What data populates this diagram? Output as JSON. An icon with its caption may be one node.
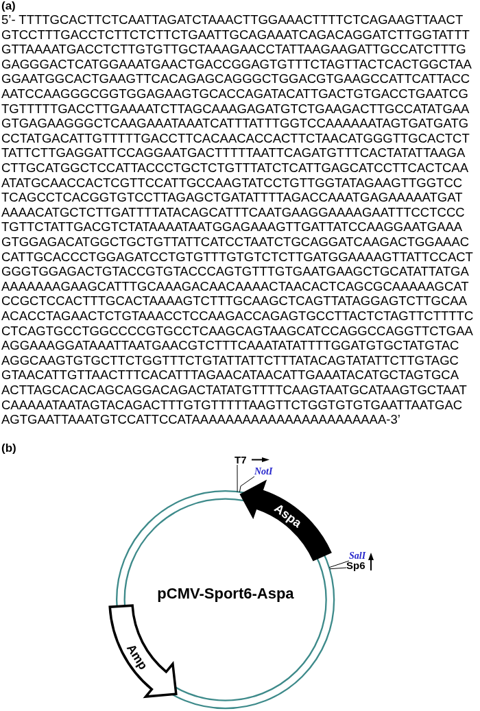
{
  "diagram": {
    "nodes": [
      {
        "text": [
          "T7"
        ]
      },
      {
        "text": [
          "NotI"
        ]
      },
      {
        "text": [
          "Aspa"
        ]
      },
      {
        "text": [
          "SalI"
        ]
      },
      {
        "text": [
          "Sp6"
        ]
      },
      {
        "text": [
          "pCMV-Sport6-Aspa"
        ]
      },
      {
        "text": [
          "Amp"
        ]
      }
    ],
    "edges": [
      {
        "from": 0,
        "to": 5,
        "arrow": "none"
      },
      {
        "from": 1,
        "to": 5,
        "arrow": "none"
      },
      {
        "from": 3,
        "to": 5,
        "arrow": "none"
      },
      {
        "from": 4,
        "to": 5,
        "arrow": "none"
      }
    ],
    "labels": [
      "(a)",
      "5’- TTTTGCACTTCTCAATTAGATCTAAACTTGGAAACTTTTCTCAGAAGTTAACT",
      "GTCCTTTGACCTCTTCTCTTCTGAATTGCAGAAATCAGACAGGATCTTGGTATTT",
      "GTTAAAATGACCTCTTGTGTTGCTAAAGAACCTATTAAGAAGATTGCCATCTTTG",
      "GAGGGACTCATGGAAATGAACTGACCGGAGTGTTTCTAGTTACTCACTGGCTAA",
      "GGAATGGCACTGAAGTTCACAGAGCAGGGCTGGACGTGAAGCCATTCATTACC",
      "AATCCAAGGGCGGTGGAGAAGTGCACCAGATACATTGACTGTGACCTGAATCG",
      "TGTTTTTGACCTTGAAAATCTTAGCAAAGAGATGTCTGAAGACTTGCCATATGAA",
      "GTGAGAAGGGCTCAAGAAATAAATCATTTATTTGGTCCAAAAAATAGTGATGATG",
      "CCTATGACATTGTTTTTGACCTTCACAACACCACTTCTAACATGGGTTGCACTCT",
      "TATTCTTGAGGATTCCAGGAATGACTTTTTAATTCAGATGTTTCACTATATTAAGA",
      "CTTGCATGGCTCCATTACCCTGCTCTGTTTATCTCATTGAGCATCCTTCACTCAA",
      "ATATGCAACCACTCGTTCCATTGCCAAGTATCCTGTTGGTATAGAAGTTGGTCC",
      "TCAGCCTCACGGTGTCCTTAGAGCTGATATTTTAGACCAAATGAGAAAAATGAT",
      "AAAACATGCTCTTGATTTTATACAGCATTTCAATGAAGGAAAAGAATTTCCTCCC",
      "TGTTCTATTGACGTCTATAAAATAATGGAGAAAGTTGATTATCCAAGGAATGAAA",
      "GTGGAGACATGGCTGCTGTTATTCATCCTAATCTGCAGGATCAAGACTGGAAAC",
      "CATTGCACCCTGGAGATCCTGTGTTTGTGTCTCTTGATGGAAAAGTTATTCCACT",
      "GGGTGGAGACTGTACCGTGTACCCAGTGTTTGTGAATGAAGCTGCATATTATGA",
      "AAAAAAAGAAGCATTTGCAAAGACAACAAAACTAACACTCAGCGCAAAAAGCAT",
      "CCGCTCCACTTTGCACTAAAAGTCTTTGCAAGCTCAGTTATAGGAGTCTTGCAA",
      "ACACCTAGAACTCTGTAAACCTCCAAGACCAGAGTGCCTTACTCTAGTTCTTTTC",
      "CTCAGTGCCTGGCCCCGTGCCTCAAGCAGTAAGCATCCAGGCCAGGTTCTGAA",
      "AGGAAAGGATAAATTAATGAACGTCTTTCAAATATATTTTGGATGTGCTATGTAC",
      "AGGCAAGTGTGCTTCTGGTTTCTGTATTATTCTTTATACAGTATATTCTTGTAGC",
      "GTAACATTGTTAACTTTCACATTTAGAACATAACATTGAAATACATGCTAGTGCA",
      "ACTTAGCACACAGCAGGACAGACTATATGTTTTCAAGTAATGCATAAGTGCTAAT",
      "CAAAAATAATAGTACAGACTTTGTGTTTTTAAGTTCTGGTGTGTGAATTAATGAC",
      "AGTGAATTAAATGTCCATTCCATAAAAAAAAAAAAAAAAAAAAAAA-3’",
      "(b)"
    ]
  }
}
